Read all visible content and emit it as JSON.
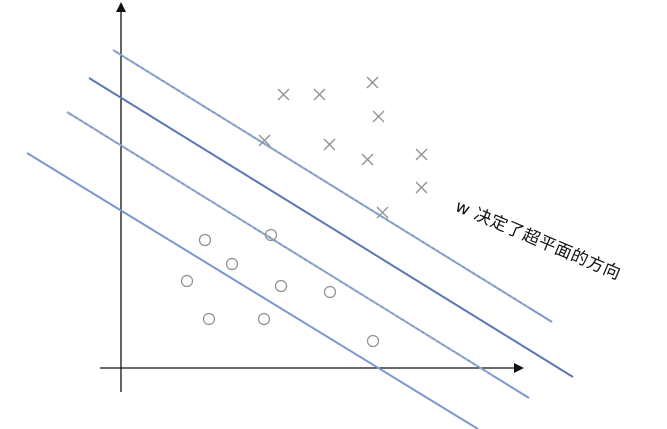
{
  "annotation": {
    "text": "w 决定了超平面的方向"
  },
  "colors": {
    "axis": "#111111",
    "line": "#7a98cf",
    "line_dark": "#5a78b6",
    "dash": "#b0b0b0",
    "marker": "#909090"
  },
  "markers": {
    "cross_label": "cross",
    "circle_label": "circle"
  }
}
